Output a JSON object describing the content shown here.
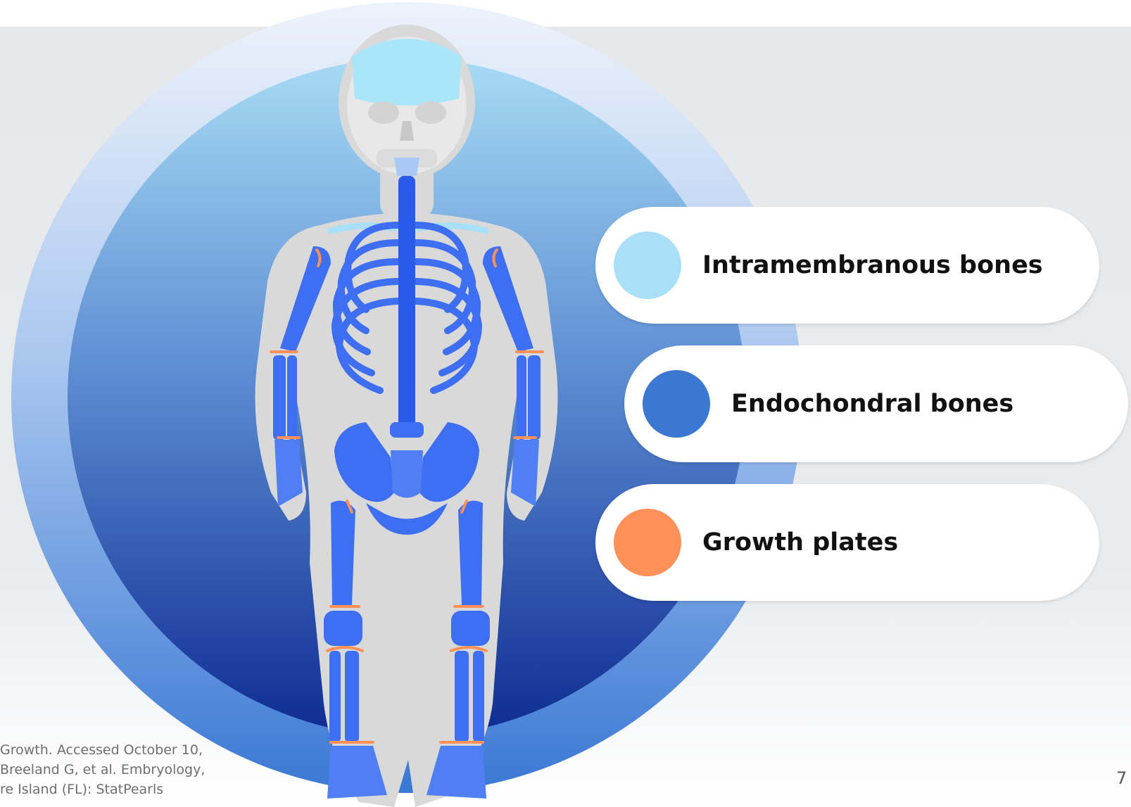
{
  "colors": {
    "intramembranous": "#a9e0f7",
    "endochondral": "#3a78d4",
    "growth_plates": "#ff9158",
    "outer_ring": "#9ec0ee",
    "inner_disc_top": "#a7dbf3",
    "inner_disc_bottom": "#0e2b92",
    "body_silhouette": "#d8d8d8",
    "bone_blue": "#3e6ef2"
  },
  "legend": [
    {
      "label": "Intramembranous bones",
      "color": "#a9e0f7"
    },
    {
      "label": "Endochondral bones",
      "color": "#3a78d4"
    },
    {
      "label": "Growth plates",
      "color": "#ff9158"
    }
  ],
  "citation_lines": [
    "Growth. Accessed October 10,",
    "Breeland G, et al. Embryology,",
    "re Island (FL): StatPearls"
  ],
  "page_number": "7"
}
